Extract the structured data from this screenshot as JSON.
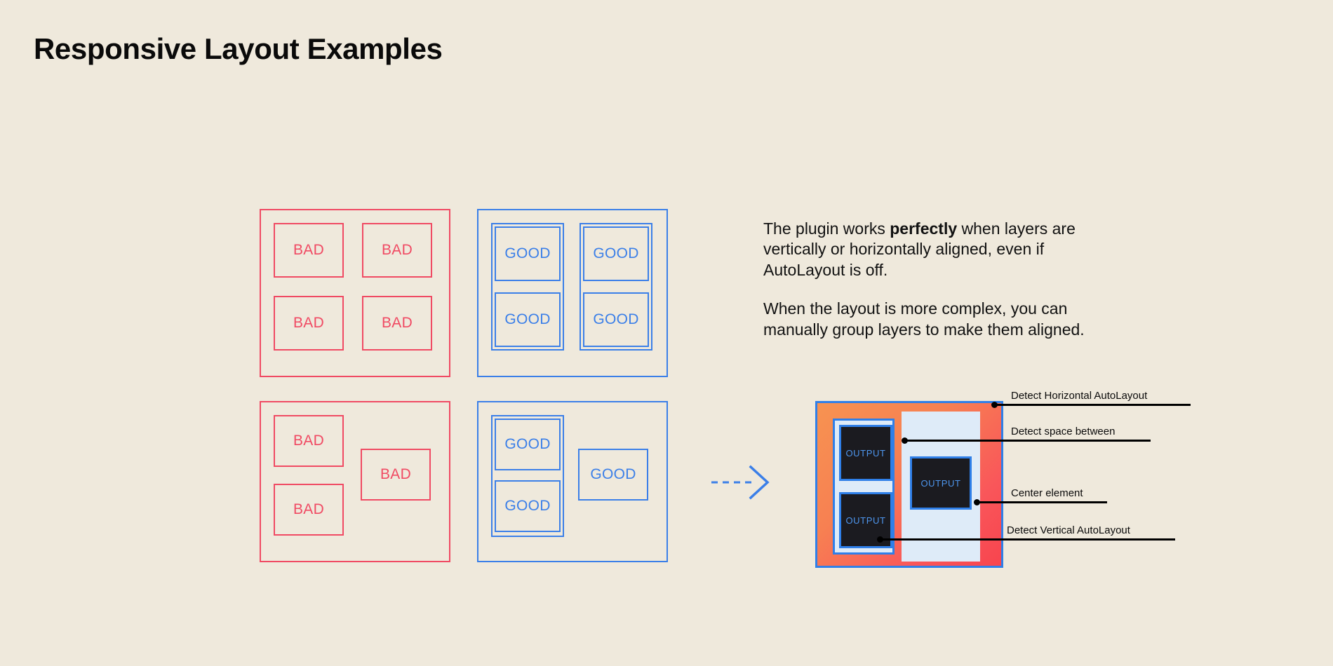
{
  "page": {
    "title": "Responsive Layout Examples",
    "background_color": "#EFE9DC",
    "bad_color": "#F04A63",
    "good_color": "#3B7FE8",
    "accent_blue": "#2F7FE8",
    "panel_light_blue": "#DEEBF8",
    "output_box_color": "#1B1B20"
  },
  "labels": {
    "bad": "BAD",
    "good": "GOOD",
    "output": "OUTPUT"
  },
  "examples": [
    {
      "id": "bad-grid",
      "kind": "bad",
      "cells": [
        "BAD",
        "BAD",
        "BAD",
        "BAD"
      ]
    },
    {
      "id": "good-grid",
      "kind": "good",
      "cells": [
        "GOOD",
        "GOOD",
        "GOOD",
        "GOOD"
      ]
    },
    {
      "id": "bad-mixed",
      "kind": "bad",
      "cells": [
        "BAD",
        "BAD",
        "BAD"
      ]
    },
    {
      "id": "good-mixed",
      "kind": "good",
      "cells": [
        "GOOD",
        "GOOD",
        "GOOD"
      ]
    }
  ],
  "description": {
    "paragraph1_a": "The plugin works ",
    "paragraph1_b": "perfectly",
    "paragraph1_c": " when layers are vertically or horizontally aligned, even if AutoLayout is off.",
    "paragraph2": "When the layout is more complex, you can manually group layers to make them aligned."
  },
  "output_diagram": {
    "boxes": [
      "OUTPUT",
      "OUTPUT",
      "OUTPUT"
    ]
  },
  "annotations": [
    {
      "id": "detect-horizontal-autolayout",
      "label": "Detect Horizontal AutoLayout"
    },
    {
      "id": "detect-space-between",
      "label": "Detect space between"
    },
    {
      "id": "center-element",
      "label": "Center element"
    },
    {
      "id": "detect-vertical-autolayout",
      "label": "Detect Vertical AutoLayout"
    }
  ],
  "arrow": {
    "name": "transform-arrow",
    "direction": "right",
    "style": "dashed",
    "color": "#3B7FE8"
  }
}
